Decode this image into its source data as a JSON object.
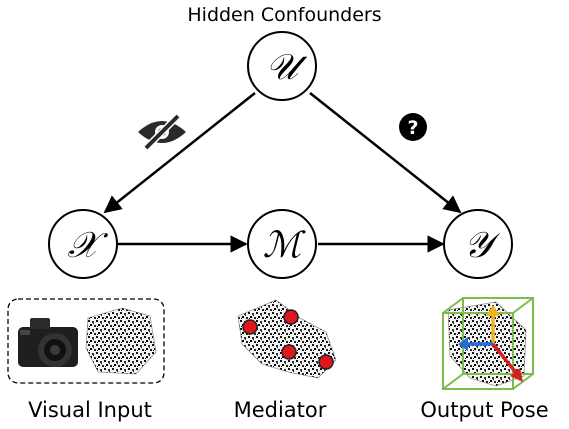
{
  "title": "Hidden Confounders",
  "nodes": {
    "u": {
      "symbol": "𝒰"
    },
    "x": {
      "symbol": "𝒳"
    },
    "m": {
      "symbol": "ℳ"
    },
    "y": {
      "symbol": "𝒴"
    }
  },
  "captions": {
    "visual_input": "Visual Input",
    "mediator": "Mediator",
    "output_pose": "Output Pose"
  },
  "icons": {
    "u_to_x": "eye-slash-icon",
    "u_to_y": "question-circle-icon"
  },
  "colors": {
    "line": "#000000",
    "box_green": "#7dbb4a",
    "keypoint_red": "#e0161d",
    "axis_yellow": "#f2b21c",
    "axis_blue": "#1f6fd8",
    "axis_red": "#d81f1f"
  }
}
